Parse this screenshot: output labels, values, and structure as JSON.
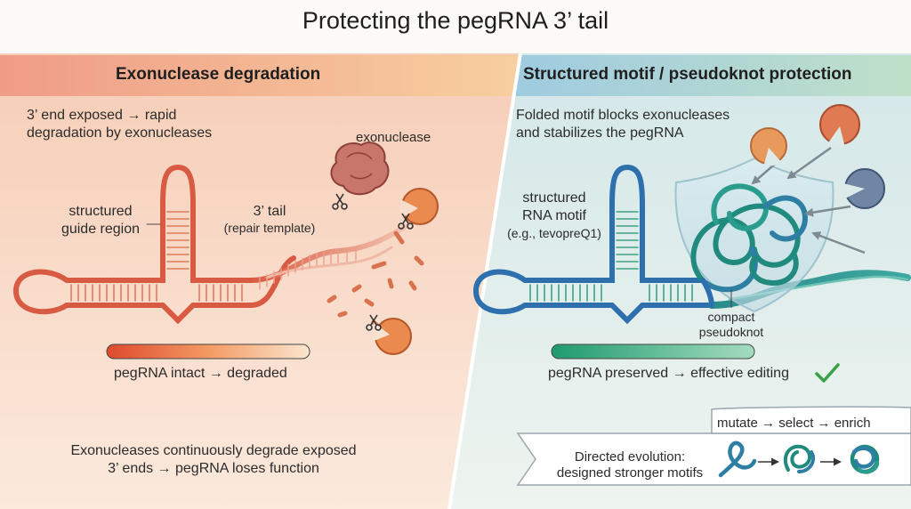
{
  "title": "Protecting the pegRNA 3’ tail",
  "left": {
    "header": "Exonuclease degradation",
    "intro_line1": "3’ end exposed → rapid",
    "intro_line2": "degradation by exonucleases",
    "exonuclease_label": "exonuclease",
    "guide_label_line1": "structured",
    "guide_label_line2": "guide region",
    "tail_label_line1": "3’ tail",
    "tail_label_line2": "(repair template)",
    "bar_caption": "pegRNA intact → degraded",
    "footer_line1": "Exonucleases continuously degrade exposed",
    "footer_line2": "3’ ends → pegRNA loses function"
  },
  "right": {
    "header": "Structured motif / pseudoknot protection",
    "intro_line1": "Folded motif blocks exonucleases",
    "intro_line2": "and stabilizes the pegRNA",
    "motif_label_line1": "structured",
    "motif_label_line2": "RNA motif",
    "motif_label_line3": "(e.g., tevopreQ1)",
    "pseudoknot_label_line1": "compact",
    "pseudoknot_label_line2": "pseudoknot",
    "bar_caption": "pegRNA preserved → effective editing",
    "evolution_steps": "mutate → select → enrich",
    "evolution_line1": "Directed evolution:",
    "evolution_line2": "designed stronger motifs"
  },
  "colors": {
    "left_panel": "#f8dccb",
    "right_panel": "#dcebea",
    "rna_left": "#d95a42",
    "rna_right": "#2e6fae",
    "pseudoknot": "#1f8a7d",
    "enzyme_orange": "#e8824a",
    "enzyme_blue": "#6f86a6",
    "check": "#39a045"
  }
}
